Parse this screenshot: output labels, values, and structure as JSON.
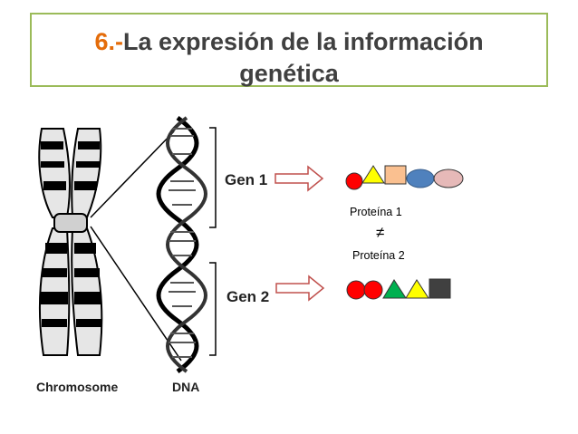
{
  "title": {
    "number": "6.-",
    "line1": "La expresión de la información",
    "line2": "genética",
    "number_color": "#e46c0a"
  },
  "figure": {
    "chromosome_label": "Chromosome",
    "dna_label": "DNA",
    "genes": [
      {
        "label": "Gen 1"
      },
      {
        "label": "Gen 2"
      }
    ],
    "protein_labels": [
      "Proteína 1",
      "Proteína 2"
    ],
    "not_equal_symbol": "≠",
    "protein1_shapes": [
      {
        "shape": "circle",
        "color": "#ff0000"
      },
      {
        "shape": "triangle",
        "color": "#ffff00"
      },
      {
        "shape": "square",
        "color": "#fac090"
      },
      {
        "shape": "ellipse",
        "color": "#4f81bd"
      },
      {
        "shape": "ellipse",
        "color": "#e6b9b8"
      }
    ],
    "protein2_shapes": [
      {
        "shape": "circle",
        "color": "#ff0000"
      },
      {
        "shape": "circle",
        "color": "#ff0000"
      },
      {
        "shape": "triangle",
        "color": "#00b050"
      },
      {
        "shape": "triangle",
        "color": "#ffff00"
      },
      {
        "shape": "square",
        "color": "#404040"
      }
    ],
    "arrow_color": "#c0504d"
  }
}
